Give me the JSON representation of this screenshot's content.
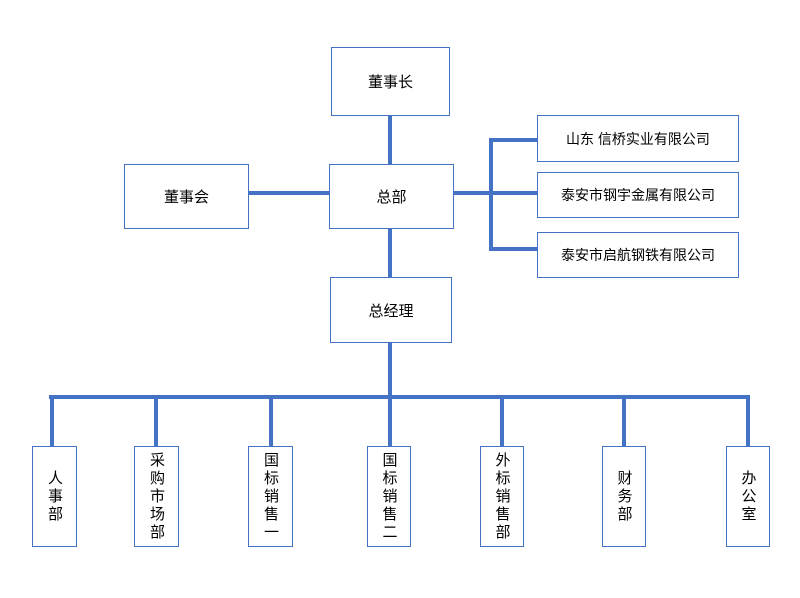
{
  "chart_data": {
    "type": "org-chart",
    "title": "",
    "structure": "董事长 → 总部 (董事会 attached left; 3 subsidiaries attached right) → 总经理 → 7 departments",
    "nodes": {
      "chairman": {
        "label": "董事长"
      },
      "board": {
        "label": "董事会"
      },
      "headquarters": {
        "label": "总部"
      },
      "general_manager": {
        "label": "总经理"
      }
    },
    "subsidiaries": [
      {
        "label": "山东 信桥实业有限公司"
      },
      {
        "label": "泰安市钢宇金属有限公司"
      },
      {
        "label": "泰安市启航钢铁有限公司"
      }
    ],
    "departments": [
      {
        "label": "人事部"
      },
      {
        "label": "采购市场部"
      },
      {
        "label": "国标销售一"
      },
      {
        "label": "国标销售二"
      },
      {
        "label": "外标销售部"
      },
      {
        "label": "财务部"
      },
      {
        "label": "办公室"
      }
    ],
    "colors": {
      "box_border": "#4472c4",
      "connector_line": "#4472c4",
      "text": "#000000",
      "background": "#ffffff"
    }
  }
}
